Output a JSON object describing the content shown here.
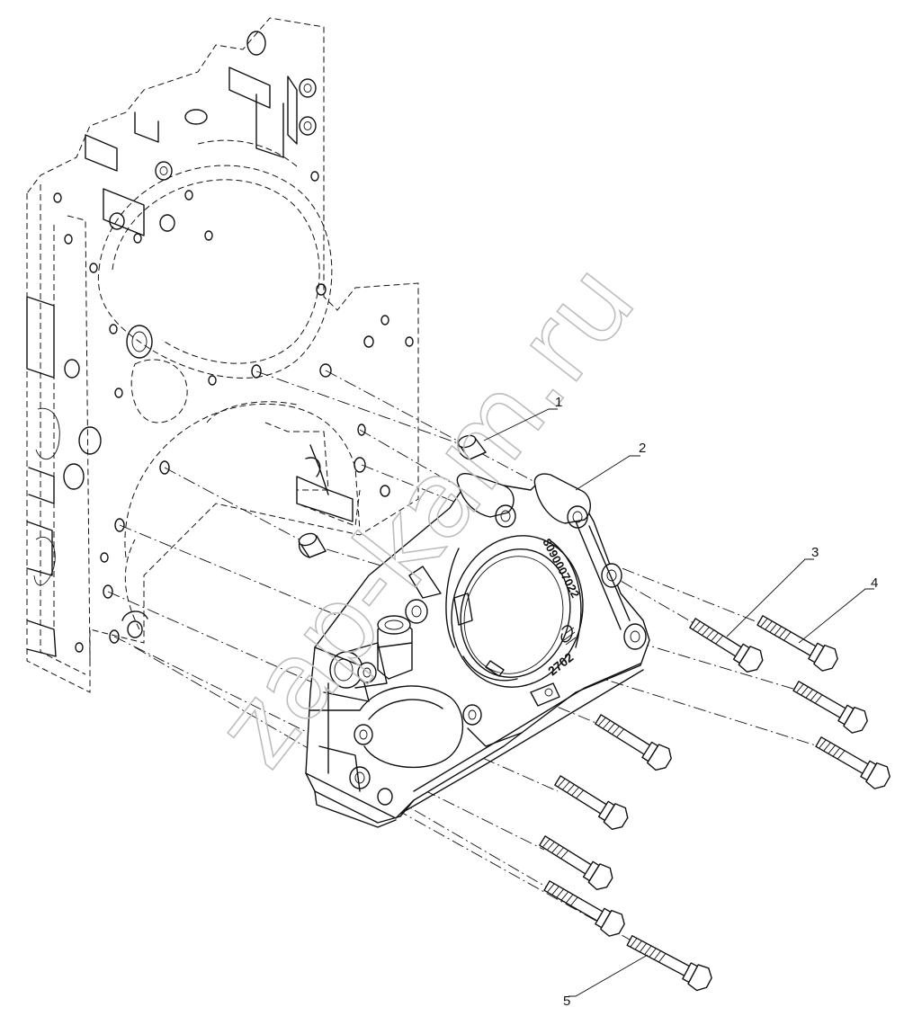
{
  "diagram": {
    "callouts": [
      {
        "id": "callout-1",
        "label": "1"
      },
      {
        "id": "callout-2",
        "label": "2"
      },
      {
        "id": "callout-3",
        "label": "3"
      },
      {
        "id": "callout-4",
        "label": "4"
      },
      {
        "id": "callout-5",
        "label": "5"
      }
    ],
    "stamps": {
      "part_number": "8090007022",
      "code": "2702"
    },
    "watermark": "zap-kam.ru"
  }
}
